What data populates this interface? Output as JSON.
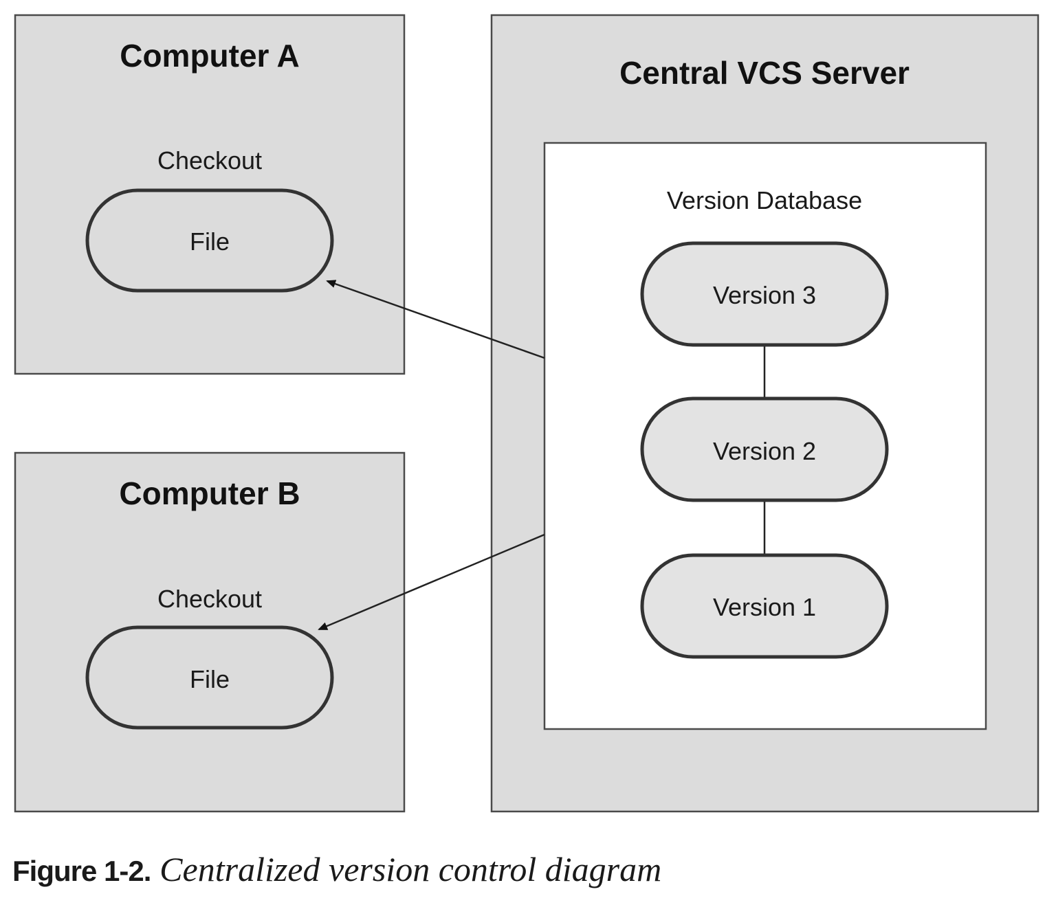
{
  "computer_a": {
    "title": "Computer A",
    "checkout_label": "Checkout",
    "file_label": "File"
  },
  "computer_b": {
    "title": "Computer B",
    "checkout_label": "Checkout",
    "file_label": "File"
  },
  "server": {
    "title": "Central VCS Server",
    "database_label": "Version Database",
    "versions": [
      "Version 3",
      "Version 2",
      "Version 1"
    ]
  },
  "caption": {
    "figure_number": "Figure 1-2.",
    "text": "Centralized version control diagram"
  }
}
